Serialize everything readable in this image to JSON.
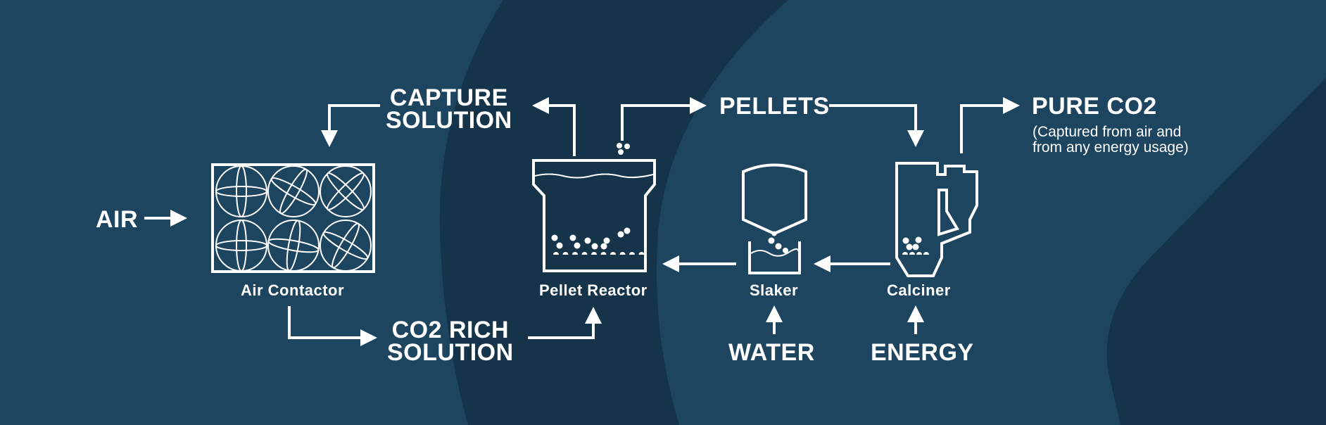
{
  "colors": {
    "bg_light": "#1e4560",
    "bg_dark": "#163449",
    "stroke": "#ffffff"
  },
  "inputs": {
    "air": "AIR",
    "water": "WATER",
    "energy": "ENERGY"
  },
  "flows": {
    "capture_solution": [
      "CAPTURE",
      "SOLUTION"
    ],
    "co2_rich_solution": [
      "CO2 RICH",
      "SOLUTION"
    ],
    "pellets": "PELLETS",
    "pure_co2": "PURE CO2",
    "pure_co2_note": [
      "(Captured from air and",
      "from any energy usage)"
    ]
  },
  "units": {
    "air_contactor": "Air Contactor",
    "pellet_reactor": "Pellet Reactor",
    "slaker": "Slaker",
    "calciner": "Calciner"
  }
}
